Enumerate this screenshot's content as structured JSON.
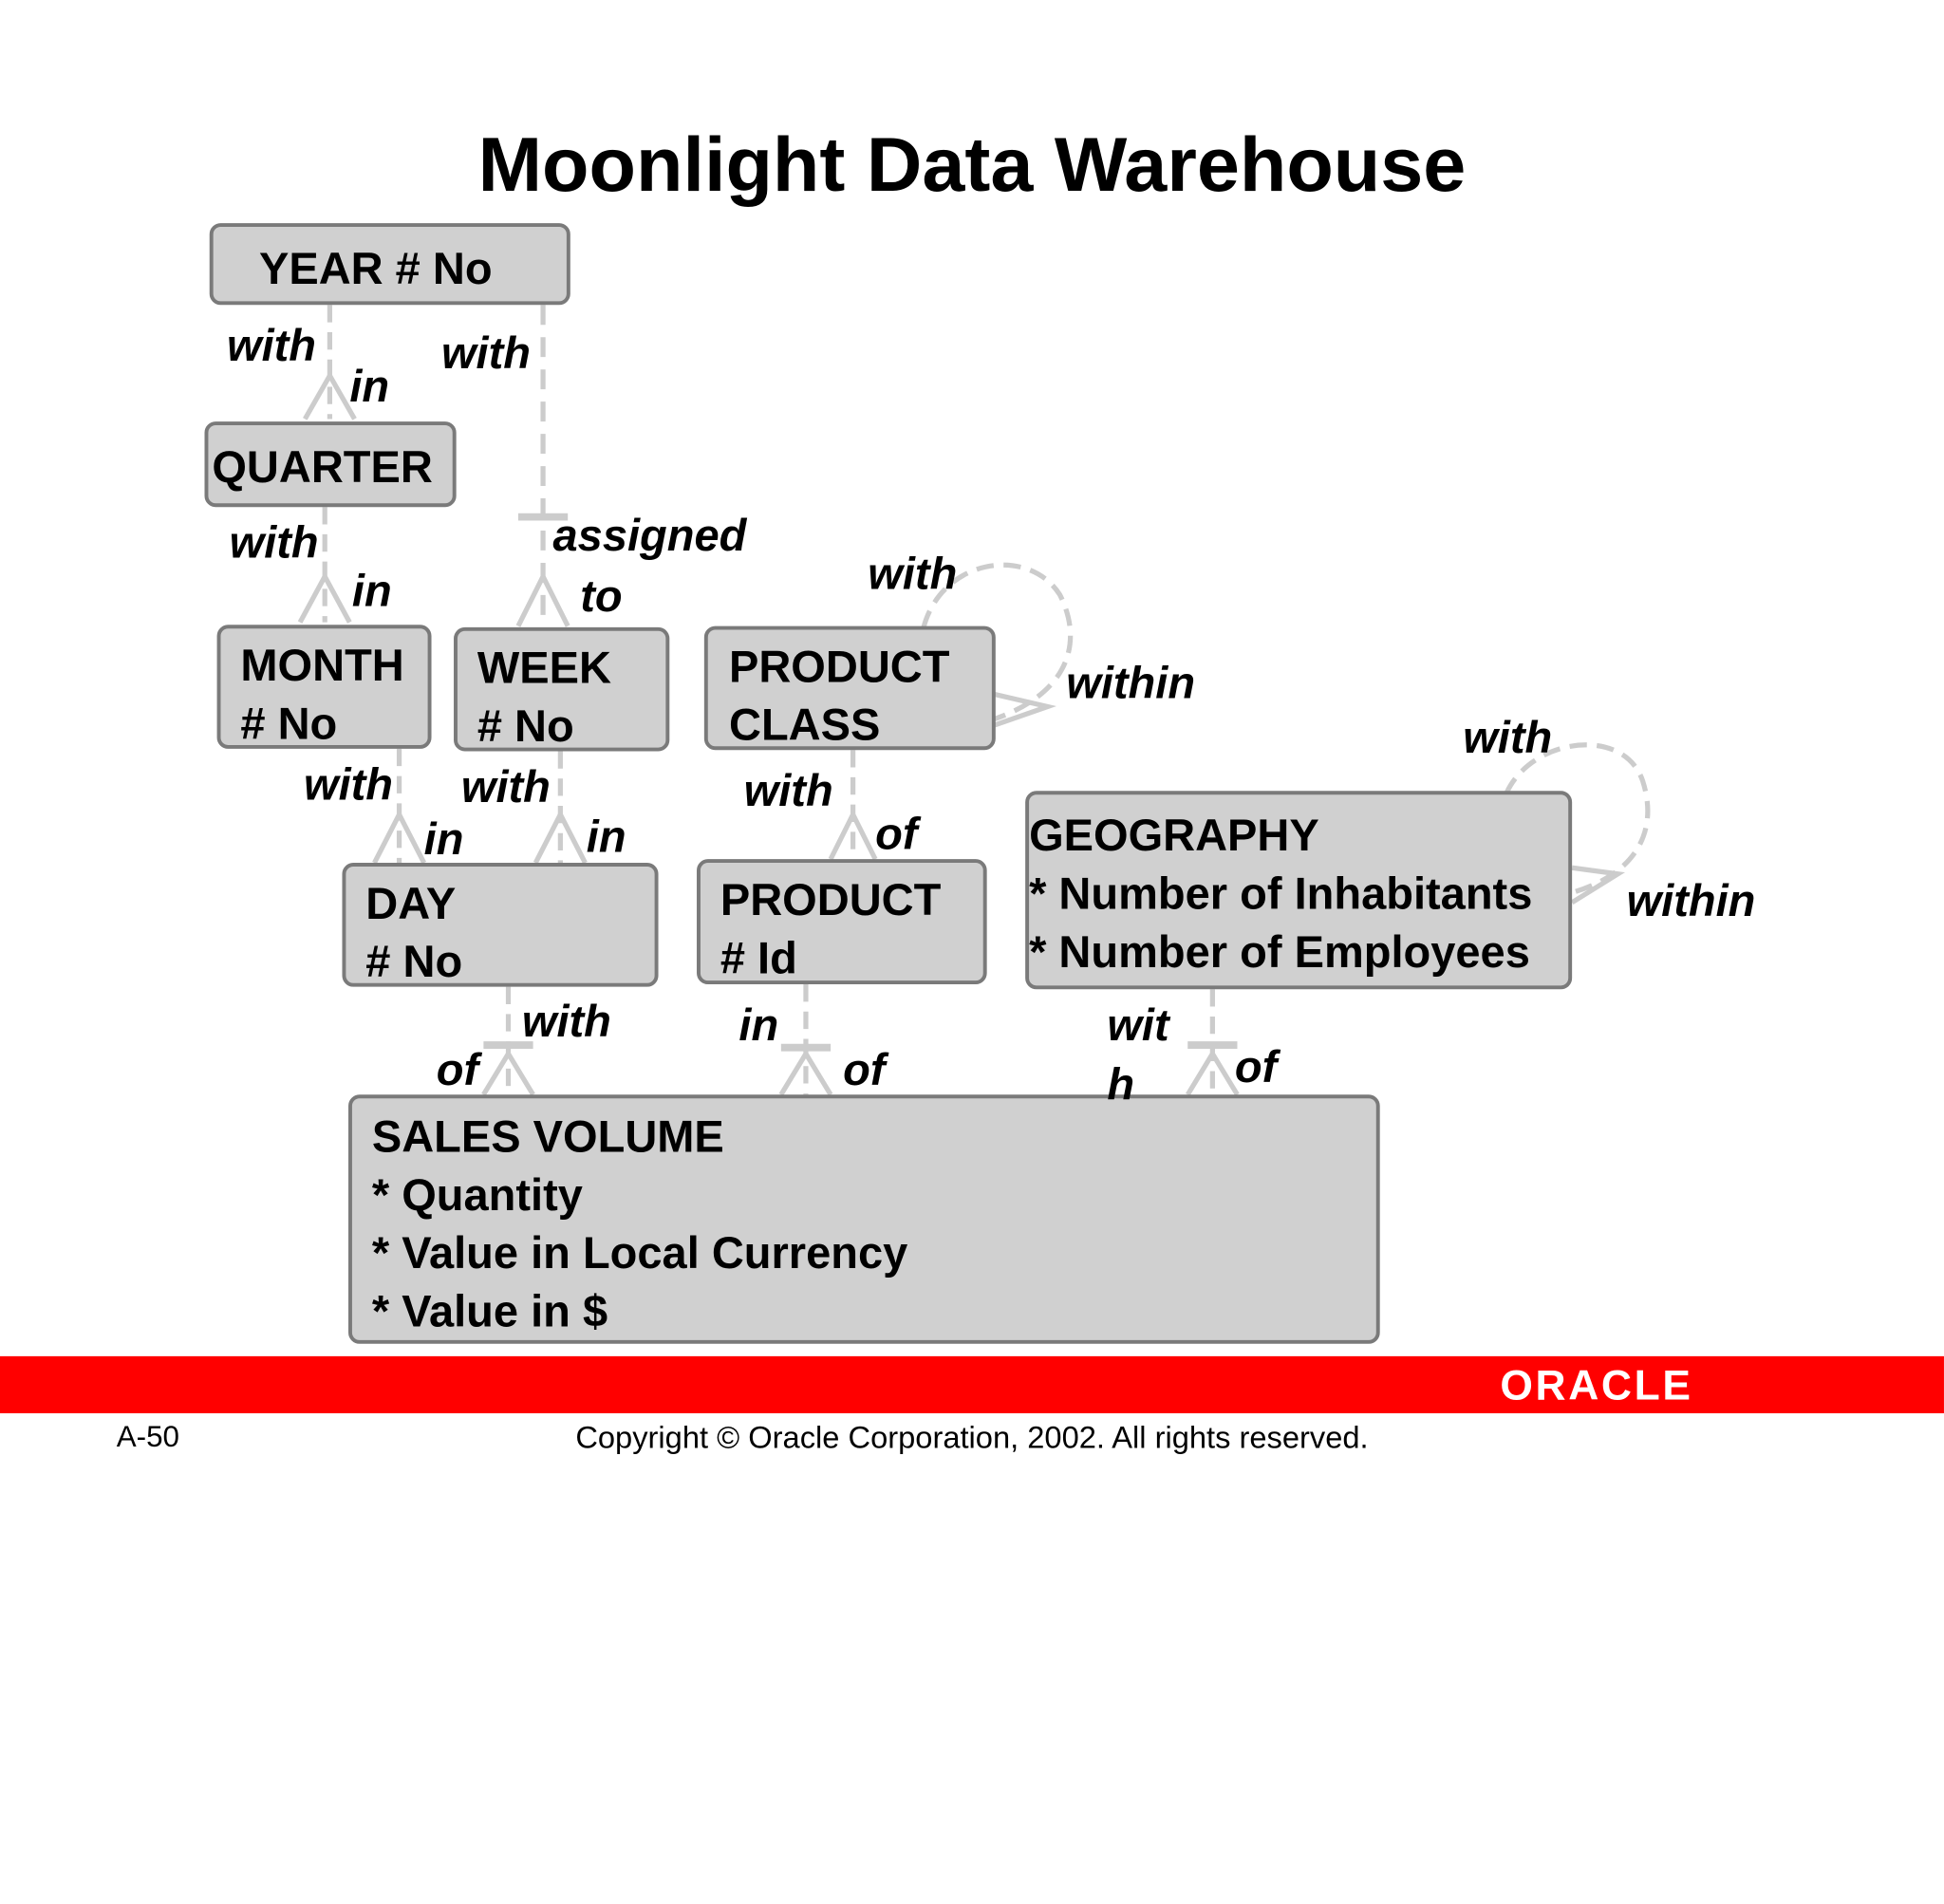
{
  "title": "Moonlight Data Warehouse",
  "entities": {
    "year": {
      "lines": [
        "YEAR # No"
      ]
    },
    "quarter": {
      "lines": [
        "QUARTER"
      ]
    },
    "month": {
      "lines": [
        "MONTH",
        "# No"
      ]
    },
    "week": {
      "lines": [
        "WEEK",
        "# No"
      ]
    },
    "product_class": {
      "lines": [
        "PRODUCT",
        "CLASS"
      ]
    },
    "day": {
      "lines": [
        "DAY",
        "# No"
      ]
    },
    "product": {
      "lines": [
        "PRODUCT",
        "# Id"
      ]
    },
    "geography": {
      "lines": [
        "GEOGRAPHY",
        "* Number of Inhabitants",
        "* Number of Employees"
      ]
    },
    "sales_volume": {
      "lines": [
        "SALES VOLUME",
        "* Quantity",
        "* Value in Local Currency",
        "* Value in $"
      ]
    }
  },
  "relationship_labels": {
    "year_quarter_with": "with",
    "year_quarter_in": "in",
    "year_week_with": "with",
    "quarter_month_with": "with",
    "quarter_month_in": "in",
    "week_assigned": "assigned",
    "week_to": "to",
    "pc_self_with": "with",
    "pc_self_within": "within",
    "month_day_with": "with",
    "month_day_in": "in",
    "week_day_with": "with",
    "week_day_in": "in",
    "pc_product_with": "with",
    "pc_product_of": "of",
    "geo_self_with": "with",
    "geo_self_within": "within",
    "day_sales_with": "with",
    "day_sales_of": "of",
    "product_sales_in": "in",
    "product_sales_of": "of",
    "geo_sales_wit": "wit",
    "geo_sales_h": "h",
    "geo_sales_of": "of"
  },
  "footer": {
    "page_number": "A-50",
    "copyright": "Copyright © Oracle Corporation, 2002. All rights reserved.",
    "logo_text": "ORACLE"
  },
  "colors": {
    "footer_bar": "#ff0000",
    "entity_fill": "#d0d0d0",
    "entity_border": "#7a7a7a",
    "connector": "#cccccc"
  }
}
